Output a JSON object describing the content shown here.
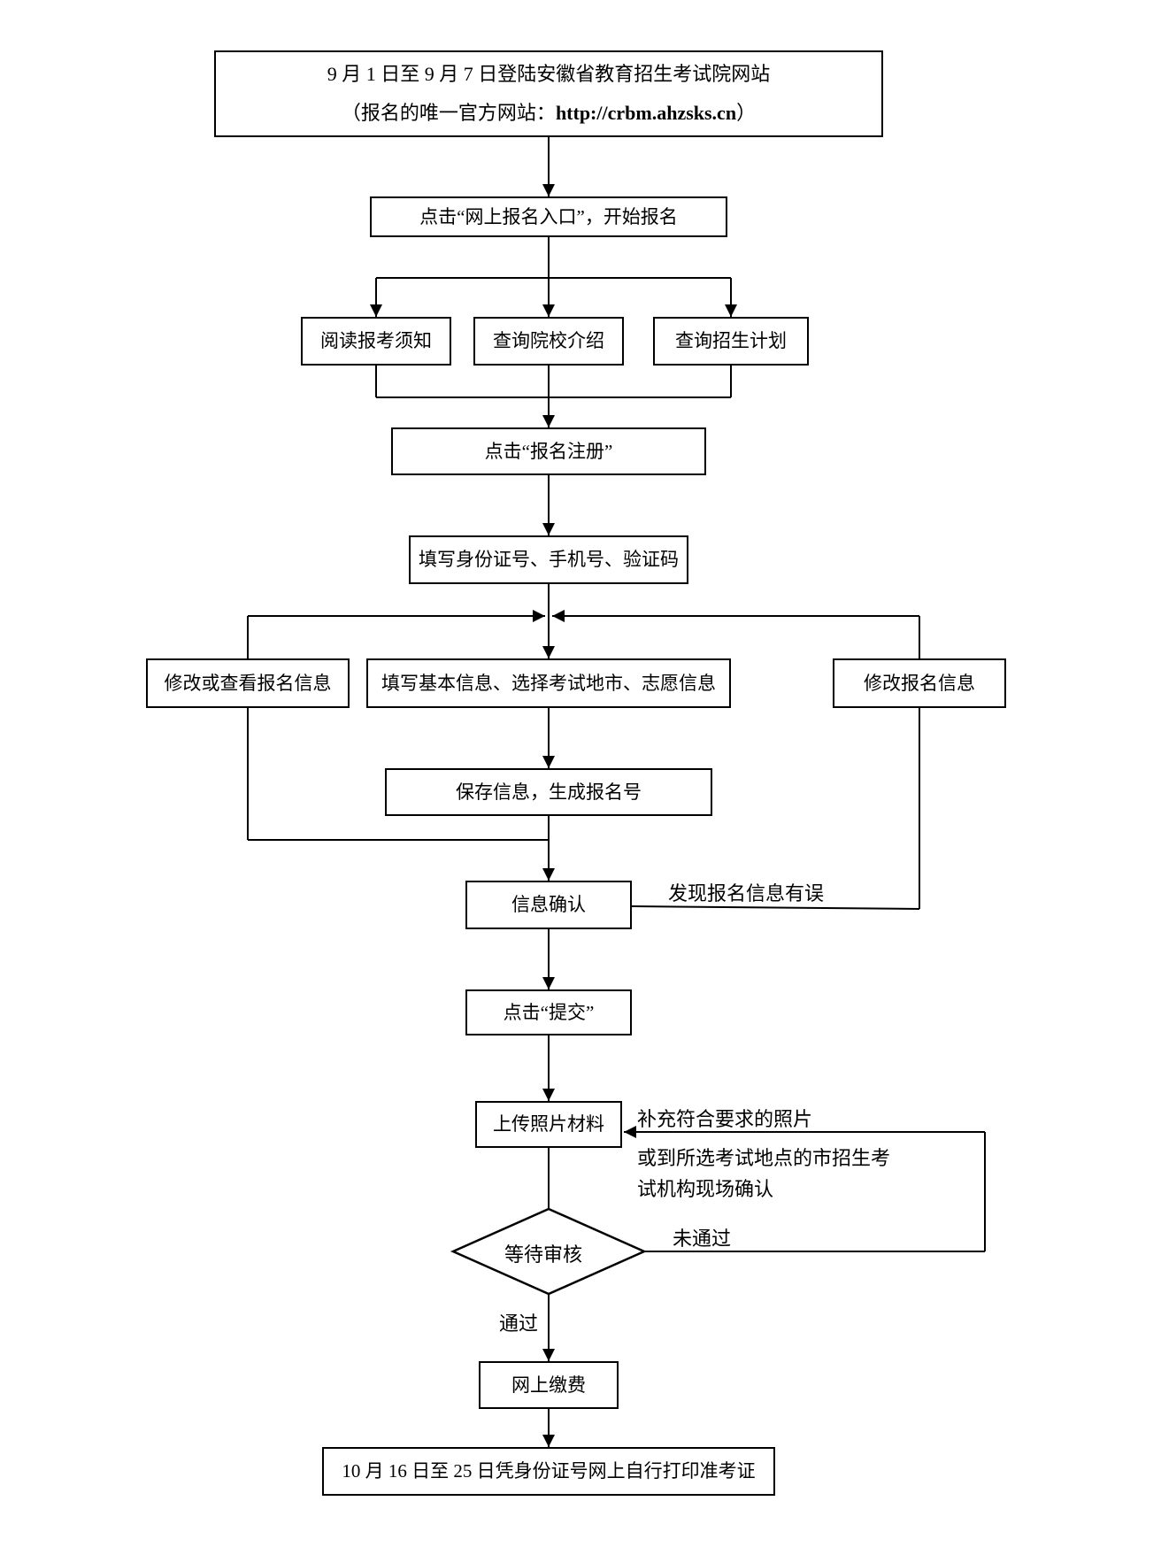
{
  "page": {
    "background": "#ffffff",
    "line_color": "#000000",
    "text_color": "#000000"
  },
  "nodes": {
    "start_line1": "9 月 1 日至 9 月 7 日登陆安徽省教育招生考试院网站",
    "start_line2_prefix": "（报名的唯一官方网站：",
    "start_url": "http://crbm.ahzsks.cn",
    "start_line2_suffix": "）",
    "entry": "点击“网上报名入口”，开始报名",
    "read_notice": "阅读报考须知",
    "query_college": "查询院校介绍",
    "query_plan": "查询招生计划",
    "register": "点击“报名注册”",
    "fill_id": "填写身份证号、手机号、验证码",
    "modify_view": "修改或查看报名信息",
    "fill_basic": "填写基本信息、选择考试地市、志愿信息",
    "modify_info": "修改报名信息",
    "save_info": "保存信息，生成报名号",
    "confirm_info": "信息确认",
    "submit": "点击“提交”",
    "upload_photo": "上传照片材料",
    "wait_review": "等待审核",
    "pay_online": "网上缴费",
    "print_ticket": "10 月 16 日至 25 日凭身份证号网上自行打印准考证"
  },
  "edge_labels": {
    "info_error": "发现报名信息有误",
    "supplement_line1": "补充符合要求的照片",
    "supplement_line2": "或到所选考试地点的市招生考",
    "supplement_line3": "试机构现场确认",
    "not_passed": "未通过",
    "passed": "通过"
  }
}
